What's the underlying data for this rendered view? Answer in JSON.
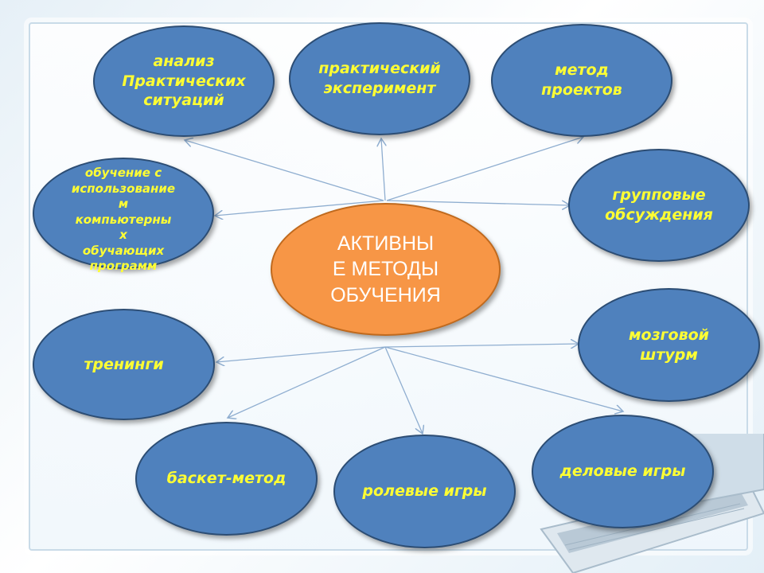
{
  "center": {
    "label": "АКТИВНЫ\nЕ МЕТОДЫ\nОБУЧЕНИЯ"
  },
  "nodes": [
    {
      "id": "analysis",
      "label": "анализ\nПрактических\nситуаций"
    },
    {
      "id": "experiment",
      "label": "практический\nэксперимент"
    },
    {
      "id": "projects",
      "label": "метод\nпроектов"
    },
    {
      "id": "group",
      "label": "групповые\nобсуждения"
    },
    {
      "id": "computer",
      "label": "обучение с\nиспользование\nм\nкомпьютерны\nх\nобучающих\nпрограмм"
    },
    {
      "id": "trainings",
      "label": "тренинги"
    },
    {
      "id": "brainstorm",
      "label": "мозговой\nштурм"
    },
    {
      "id": "basket",
      "label": "баскет-метод"
    },
    {
      "id": "roles",
      "label": "ролевые игры"
    },
    {
      "id": "business",
      "label": "деловые игры"
    }
  ],
  "colors": {
    "node_fill": "#4f81bd",
    "node_text": "#ffff33",
    "center_fill": "#f79646",
    "center_text": "#ffffff",
    "arrow": "#8faed0"
  }
}
